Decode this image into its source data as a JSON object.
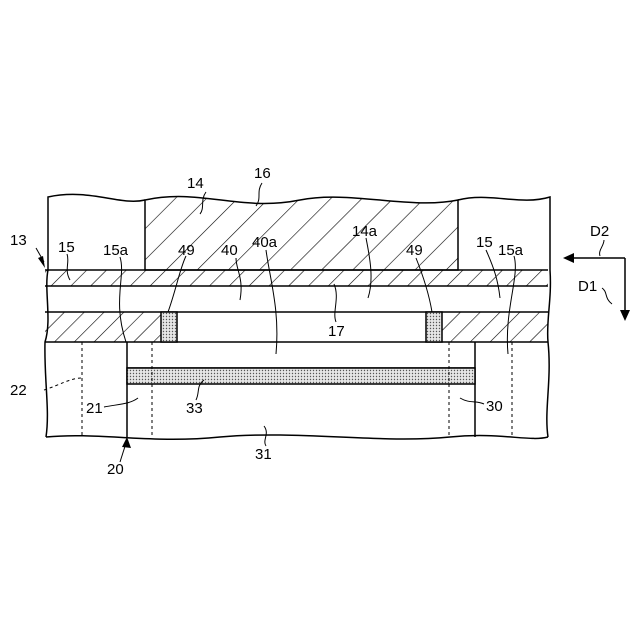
{
  "figure": {
    "labels": {
      "l13": "13",
      "l14": "14",
      "l16": "16",
      "l15_left": "15",
      "l15a_left": "15a",
      "l49_left": "49",
      "l40": "40",
      "l40a": "40a",
      "l14a": "14a",
      "l49_right": "49",
      "l15_right": "15",
      "l15a_right": "15a",
      "l17": "17",
      "l22": "22",
      "l21": "21",
      "l33": "33",
      "l30": "30",
      "l31": "31",
      "l20": "20",
      "d2": "D2",
      "d1": "D1"
    }
  }
}
